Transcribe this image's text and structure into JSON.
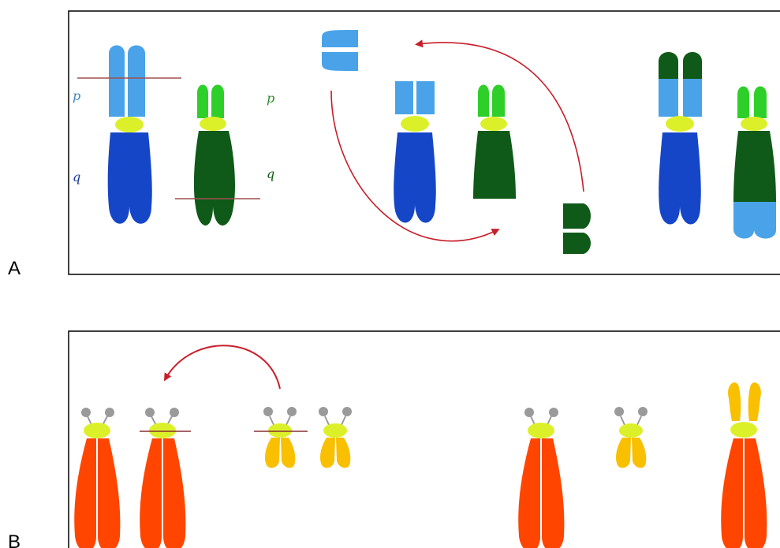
{
  "panels": {
    "a": {
      "label": "A",
      "arm_labels": {
        "p_left": "p",
        "q_left": "q",
        "p_right": "p",
        "q_right": "q"
      }
    },
    "b": {
      "label": "B"
    }
  },
  "colors": {
    "light_blue": "#4aa3e8",
    "dark_blue": "#1646c8",
    "light_green": "#2fcf2a",
    "dark_green": "#0f5a18",
    "centromere": "#dcf02a",
    "red_arrow": "#c81e2a",
    "break_line": "#a05050",
    "orange": "#ff4500",
    "yellow": "#f8c000",
    "grey_satellite": "#9a9a9a",
    "border": "#000000"
  }
}
